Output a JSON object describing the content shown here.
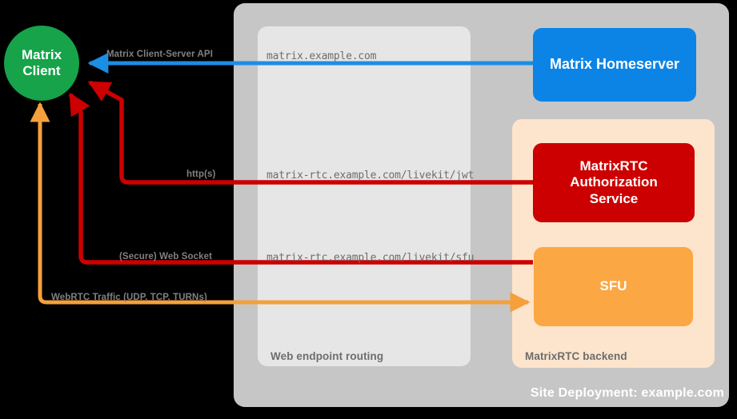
{
  "diagram": {
    "title": "Site Deployment: example.com",
    "site_panel_label": "Site Deployment: example.com",
    "web_panel_label": "Web endpoint routing",
    "backend_panel_label": "MatrixRTC backend"
  },
  "client": {
    "line1": "Matrix",
    "line2": "Client",
    "color": "#16a34a"
  },
  "nodes": [
    {
      "id": "homeserver",
      "label": "Matrix Homeserver",
      "color": "#0b84e6"
    },
    {
      "id": "auth",
      "label": "MatrixRTC\nAuthorization\nService",
      "color": "#cc0000",
      "label_lines": [
        "MatrixRTC",
        "Authorization",
        "Service"
      ]
    },
    {
      "id": "sfu",
      "label": "SFU",
      "color": "#fba743"
    }
  ],
  "endpoints": [
    {
      "id": "matrix",
      "text": "matrix.example.com"
    },
    {
      "id": "livekit-jwt",
      "text": "matrix-rtc.example.com/livekit/jwt"
    },
    {
      "id": "livekit-sfu",
      "text": "matrix-rtc.example.com/livekit/sfu"
    }
  ],
  "flows": [
    {
      "id": "cs-api",
      "label": "Matrix Client-Server API",
      "color": "#1a8fe3"
    },
    {
      "id": "https",
      "label": "http(s)",
      "color": "#cc0000"
    },
    {
      "id": "wss",
      "label": "(Secure) Web Socket",
      "color": "#cc0000"
    },
    {
      "id": "webrtc",
      "label": "WebRTC Traffic (UDP, TCP, TURNs)",
      "color": "#f5a03c"
    }
  ],
  "colors": {
    "site_panel": "#c6c6c6",
    "web_panel": "#e6e6e6",
    "backend_panel": "#fde4cc",
    "background": "#000000",
    "panel_label_text": "#6d6d6d",
    "flow_label_text": "#808080",
    "endpoint_text": "#6d6d6d"
  }
}
